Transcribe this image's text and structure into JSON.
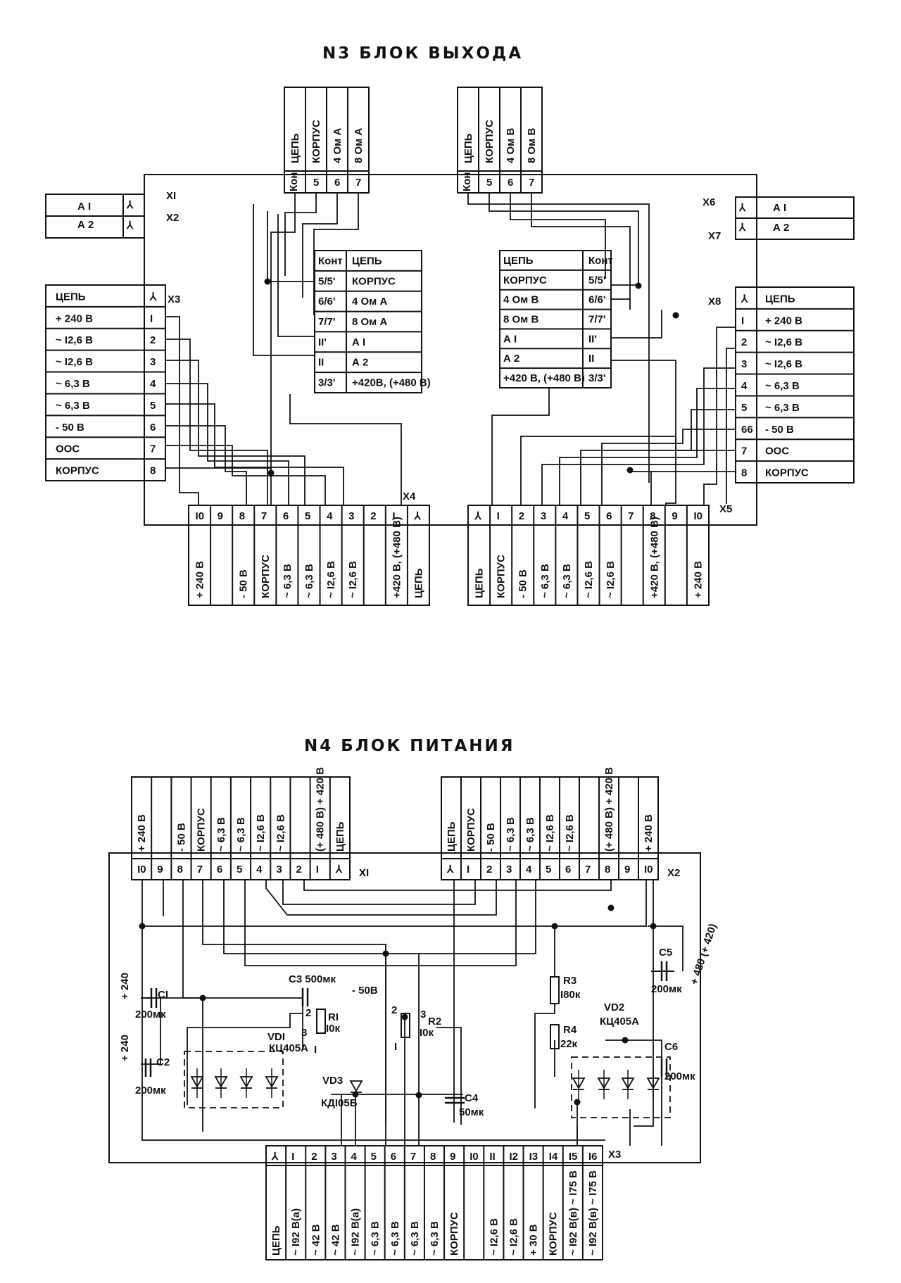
{
  "n3": {
    "title": "N3  БЛОК ВЫХОДА",
    "top_left": {
      "headers": [
        "ЦЕПЬ",
        "КОРПУС",
        "4 Ом А",
        "8 Ом А"
      ],
      "row": [
        "Кон",
        "5",
        "6",
        "7"
      ]
    },
    "top_right": {
      "headers": [
        "ЦЕПЬ",
        "КОРПУС",
        "4 Ом В",
        "8 Ом В"
      ],
      "row": [
        "Кон",
        "5",
        "6",
        "7"
      ]
    },
    "x1": {
      "id": "XI",
      "label": "А I"
    },
    "x2": {
      "id": "X2",
      "label": "А 2"
    },
    "x6": {
      "id": "X6",
      "label": "А I"
    },
    "x7": {
      "id": "X7",
      "label": "А 2"
    },
    "x3": {
      "id": "X3",
      "rows": [
        {
          "label": "ЦЕПЬ",
          "pin": "⅄"
        },
        {
          "label": "+ 240 В",
          "pin": "I"
        },
        {
          "label": "~ I2,6 В",
          "pin": "2"
        },
        {
          "label": "~ I2,6 В",
          "pin": "3"
        },
        {
          "label": "~ 6,3 В",
          "pin": "4"
        },
        {
          "label": "~ 6,3 В",
          "pin": "5"
        },
        {
          "label": "- 50 В",
          "pin": "6"
        },
        {
          "label": "ООС",
          "pin": "7"
        },
        {
          "label": "КОРПУС",
          "pin": "8"
        }
      ]
    },
    "x8": {
      "id": "X8",
      "rows": [
        {
          "label": "ЦЕПЬ",
          "pin": "⅄"
        },
        {
          "label": "+ 240 В",
          "pin": "I"
        },
        {
          "label": "~ I2,6 В",
          "pin": "2"
        },
        {
          "label": "~ I2,6 В",
          "pin": "3"
        },
        {
          "label": "~ 6,3 В",
          "pin": "4"
        },
        {
          "label": "~ 6,3 В",
          "pin": "5"
        },
        {
          "label": "- 50 В",
          "pin": "66"
        },
        {
          "label": "ООС",
          "pin": "7"
        },
        {
          "label": "КОРПУС",
          "pin": "8"
        }
      ]
    },
    "inner_left": {
      "header": [
        "Конт",
        "ЦЕПЬ"
      ],
      "rows": [
        [
          "5/5'",
          "КОРПУС"
        ],
        [
          "6/6'",
          "4 Ом А"
        ],
        [
          "7/7'",
          "8 Ом А"
        ],
        [
          "II'",
          "А I"
        ],
        [
          "II",
          "А 2"
        ],
        [
          "3/3'",
          "+420В, (+480 В)"
        ]
      ]
    },
    "inner_right": {
      "header": [
        "ЦЕПЬ",
        "Конт"
      ],
      "rows": [
        [
          "КОРПУС",
          "5/5'"
        ],
        [
          "4 Ом В",
          "6/6'"
        ],
        [
          "8 Ом В",
          "7/7'"
        ],
        [
          "А I",
          "II'"
        ],
        [
          "А 2",
          "II"
        ],
        [
          "+420 В, (+480 В)",
          "3/3'"
        ]
      ]
    },
    "x4": {
      "id": "X4",
      "pins": [
        "I0",
        "9",
        "8",
        "7",
        "6",
        "5",
        "4",
        "3",
        "2",
        "I",
        "⅄"
      ],
      "labels": [
        "+ 240 В",
        "",
        "- 50 В",
        "КОРПУС",
        "~ 6,3 В",
        "~ 6,3 В",
        "~ I2,6 В",
        "~ I2,6 В",
        "",
        "+420 В, (+480 В)",
        "ЦЕПЬ"
      ]
    },
    "x5": {
      "id": "X5",
      "pins": [
        "⅄",
        "I",
        "2",
        "3",
        "4",
        "5",
        "6",
        "7",
        "8",
        "9",
        "I0"
      ],
      "labels": [
        "ЦЕПЬ",
        "КОРПУС",
        "- 50 В",
        "~ 6,3 В",
        "~ 6,3 В",
        "~ I2,6 В",
        "~ I2,6 В",
        "",
        "+420 В, (+480 В)",
        "",
        "+ 240 В"
      ]
    }
  },
  "n4": {
    "title": "N4  БЛОК ПИТАНИЯ",
    "x1": {
      "id": "XI",
      "pins": [
        "I0",
        "9",
        "8",
        "7",
        "6",
        "5",
        "4",
        "3",
        "2",
        "I",
        "⅄"
      ],
      "labels": [
        "+ 240 В",
        "",
        "- 50 В",
        "КОРПУС",
        "~ 6,3 В",
        "~ 6,3 В",
        "~ I2,6 В",
        "~ I2,6 В",
        "",
        "(+ 480 В) + 420 В",
        "ЦЕПЬ"
      ]
    },
    "x2": {
      "id": "X2",
      "pins": [
        "⅄",
        "I",
        "2",
        "3",
        "4",
        "5",
        "6",
        "7",
        "8",
        "9",
        "I0"
      ],
      "labels": [
        "ЦЕПЬ",
        "КОРПУС",
        "- 50 В",
        "~ 6,3 В",
        "~ 6,3 В",
        "~ I2,6 В",
        "~ I2,6 В",
        "",
        "(+ 480 В) + 420 В",
        "",
        "+ 240 В"
      ]
    },
    "x3": {
      "id": "X3",
      "pins": [
        "⅄",
        "I",
        "2",
        "3",
        "4",
        "5",
        "6",
        "7",
        "8",
        "9",
        "I0",
        "II",
        "I2",
        "I3",
        "I4",
        "I5",
        "I6"
      ],
      "labels": [
        "ЦЕПЬ",
        "~ I92 В(а)",
        "~ 42 В",
        "~ 42 В",
        "~ I92 В(а)",
        "~ 6,3 В",
        "~ 6,3 В",
        "~ 6,3 В",
        "~ 6,3 В",
        "КОРПУС",
        "",
        "~ I2,6 В",
        "~ I2,6 В",
        "+ 30 В",
        "КОРПУС",
        "~ I92 В(в) ~ I75 В",
        "~ I92 В(в) ~ I75 В"
      ]
    },
    "components": {
      "c1": [
        "CI",
        "200мк"
      ],
      "c2": [
        "C2",
        "200мк"
      ],
      "c3": [
        "C3 500мк"
      ],
      "c4": [
        "C4",
        "50мк"
      ],
      "c5": [
        "C5",
        "200мк"
      ],
      "c6": [
        "C6",
        "200мк"
      ],
      "r1": [
        "RI",
        "I0к"
      ],
      "r2": [
        "R2",
        "I0к"
      ],
      "r3": [
        "R3",
        "I80к"
      ],
      "r4": [
        "R4",
        "22к"
      ],
      "vd1": [
        "VDI",
        "КЦ405А"
      ],
      "vd2": [
        "VD2",
        "КЦ405А"
      ],
      "vd3": [
        "VD3",
        "КДI05Б"
      ]
    },
    "annotations": {
      "p240_1": "+ 240",
      "p240_2": "+ 240",
      "m50": "- 50В",
      "p480": "+ 480 (+ 420)",
      "n1": "I",
      "n2": "2",
      "n3": "3",
      "n1b": "I",
      "n2b": "2",
      "n3b": "3"
    }
  }
}
